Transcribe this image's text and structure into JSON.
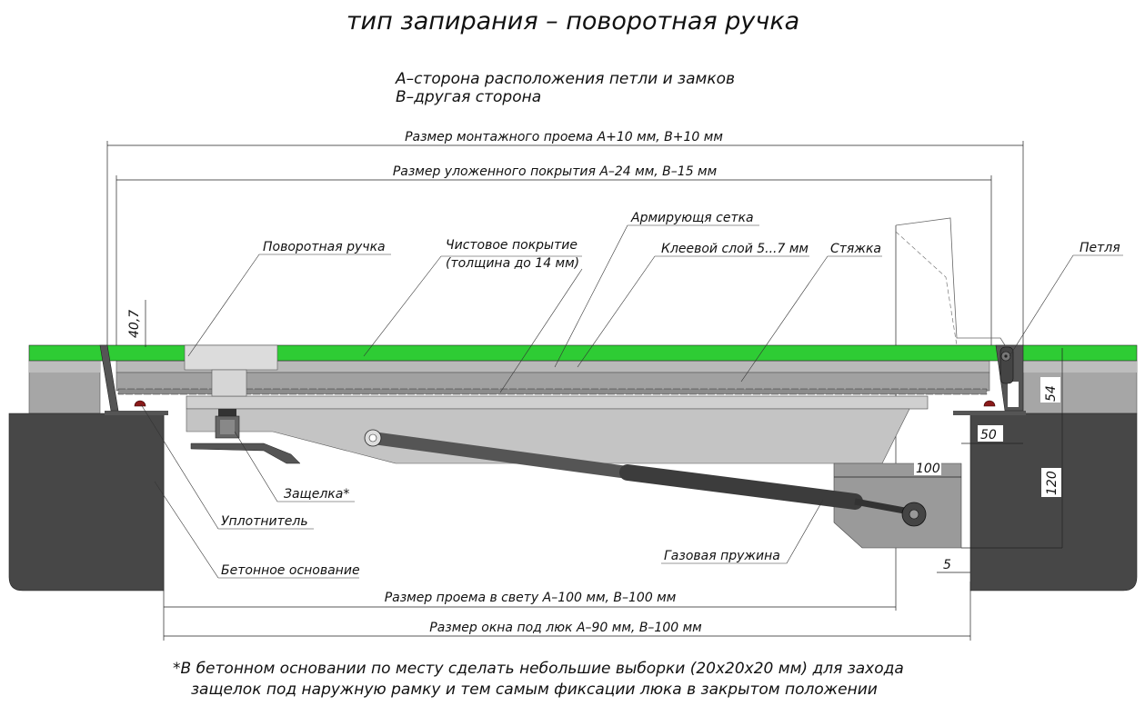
{
  "title": "тип запирания – поворотная ручка",
  "legend": {
    "line_a": "А–сторона расположения петли и замков",
    "line_b": "В–другая сторона"
  },
  "dimensions": {
    "mounting_opening": "Размер монтажного проема А+10 мм, В+10 мм",
    "laid_covering": "Размер уложенного покрытия А–24 мм, В–15 мм",
    "clear_opening": "Размер проема в свету А–100 мм, В–100 мм",
    "window_size": "Размер окна под люк А–90 мм, В–100 мм",
    "d40_7": "40,7",
    "d54": "54",
    "d50": "50",
    "d100": "100",
    "d120": "120",
    "d5": "5"
  },
  "labels": {
    "rotary_handle": "Поворотная ручка",
    "finish_coating_1": "Чистовое покрытие",
    "finish_coating_2": "(толщина до 14 мм)",
    "reinforcing_mesh": "Армирующя сетка",
    "adhesive_layer": "Клеевой слой 5...7 мм",
    "screed": "Стяжка",
    "hinge": "Петля",
    "latch": "Защелка*",
    "seal": "Уплотнитель",
    "concrete_base": "Бетонное основание",
    "gas_spring": "Газовая пружина"
  },
  "footnote": {
    "line1": "*В бетонном основании по месту сделать небольшие выборки (20х20х20 мм) для захода",
    "line2": "защелок под наружную рамку и тем самым фиксации люка в закрытом положении"
  },
  "colors": {
    "finish": "#2ecc34",
    "concrete": "#474747",
    "screed": "#a3a3a3",
    "lid": "#c4c4c4"
  }
}
